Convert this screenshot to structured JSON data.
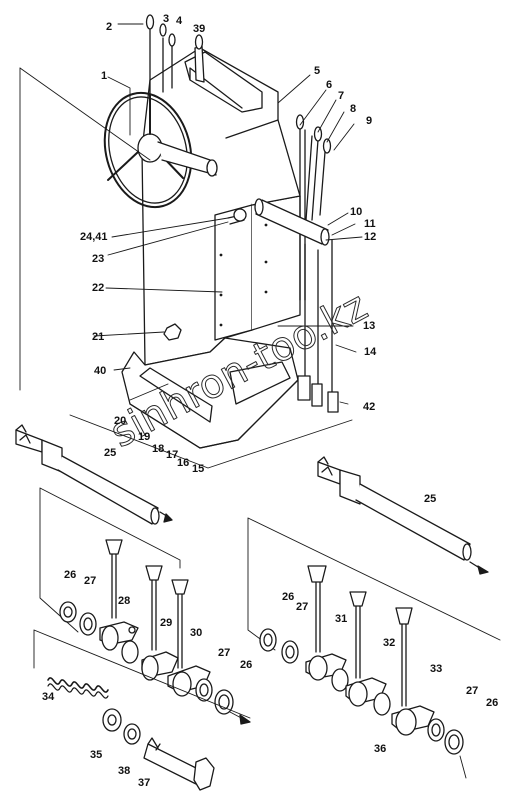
{
  "figure": {
    "watermark": "sinhron-too.kz",
    "callouts": [
      "2",
      "3",
      "4",
      "39",
      "1",
      "5",
      "6",
      "7",
      "8",
      "9",
      "10",
      "11",
      "12",
      "24,41",
      "23",
      "22",
      "21",
      "13",
      "14",
      "40",
      "42",
      "20",
      "19",
      "18",
      "17",
      "16",
      "15",
      "25",
      "25",
      "26",
      "27",
      "28",
      "29",
      "30",
      "27",
      "26",
      "26",
      "27",
      "31",
      "32",
      "33",
      "27",
      "26",
      "34",
      "35",
      "38",
      "37",
      "36"
    ],
    "parts": {
      "handwheel": "handwheel",
      "console": "console",
      "levers": "levers",
      "shaft_left": "shaft",
      "shaft_right": "shaft",
      "bolt": "bolt",
      "spring": "spring"
    }
  },
  "colors": {
    "ink": "#1a1a1a",
    "paper": "#ffffff"
  }
}
